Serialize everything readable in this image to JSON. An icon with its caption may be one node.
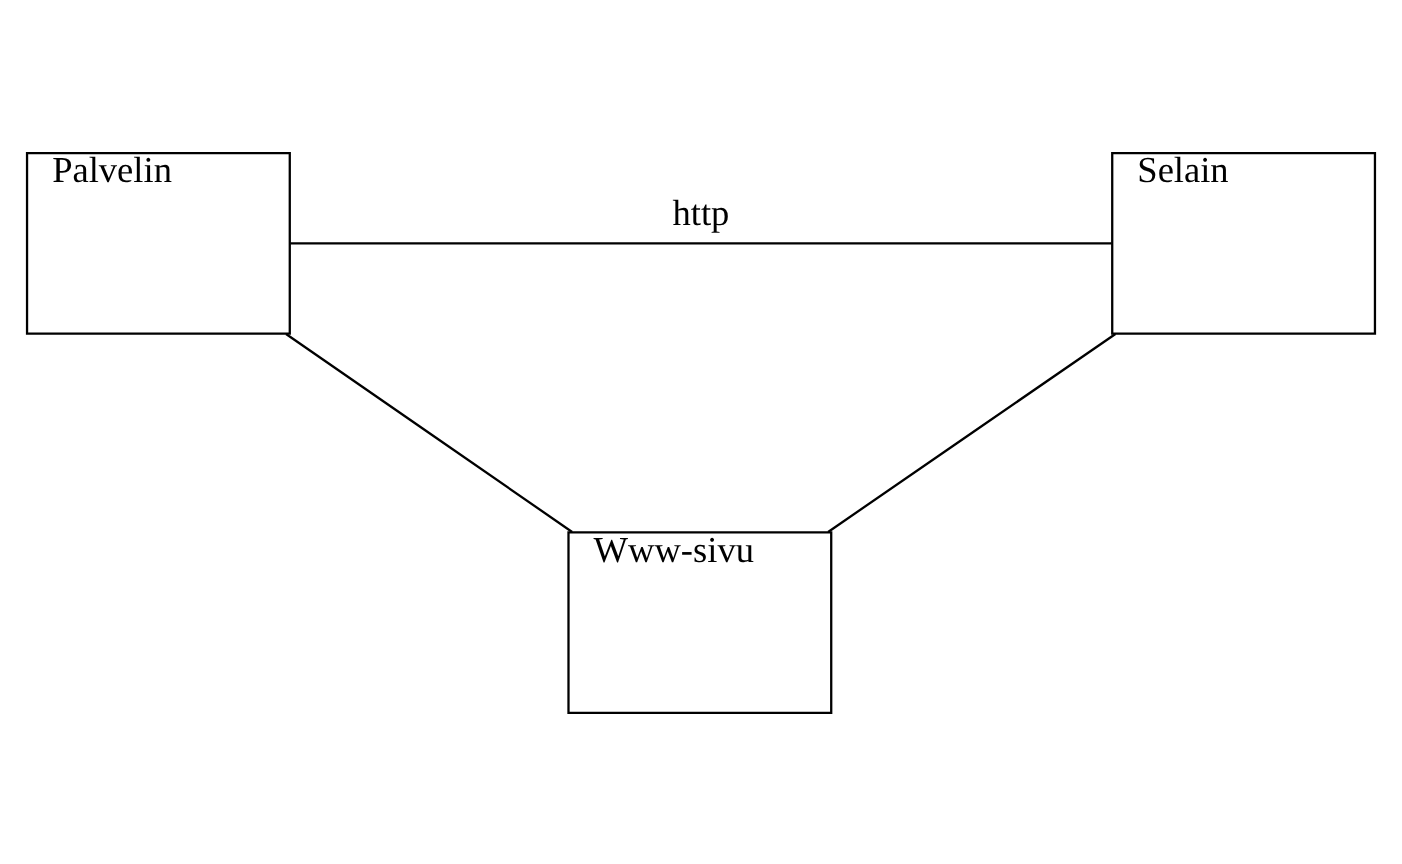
{
  "diagram": {
    "nodes": [
      {
        "text": [
          "Palvelin"
        ]
      },
      {
        "text": [
          "Selain"
        ]
      },
      {
        "text": [
          "Www-sivu"
        ]
      }
    ],
    "edges": [
      {
        "from": 0,
        "to": 1,
        "arrow": "none",
        "label": "http"
      },
      {
        "from": 0,
        "to": 2,
        "arrow": "none"
      },
      {
        "from": 1,
        "to": 2,
        "arrow": "none"
      }
    ]
  }
}
